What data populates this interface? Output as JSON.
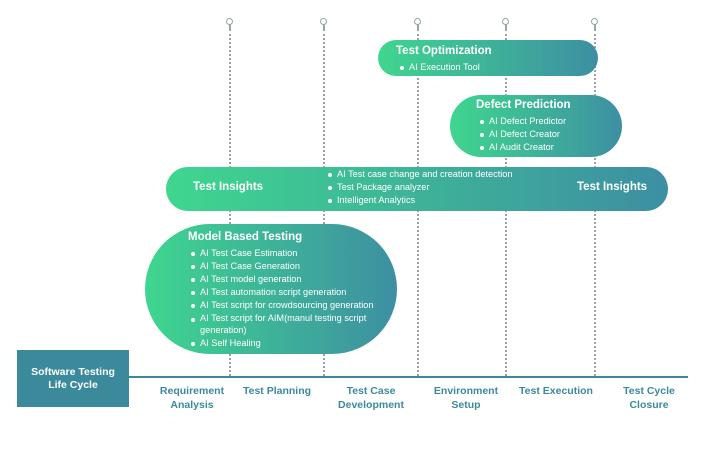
{
  "lifecycle": {
    "title": "Software Testing Life Cycle"
  },
  "phases": [
    {
      "label": "Requirement Analysis"
    },
    {
      "label": "Test Planning"
    },
    {
      "label": "Test Case Development"
    },
    {
      "label": "Environment Setup"
    },
    {
      "label": "Test Execution"
    },
    {
      "label": "Test Cycle Closure"
    }
  ],
  "boxes": {
    "test_optimization": {
      "title": "Test Optimization",
      "items": [
        "AI Execution Tool"
      ]
    },
    "defect_prediction": {
      "title": "Defect Prediction",
      "items": [
        "AI Defect Predictor",
        "AI Defect Creator",
        "AI Audit Creator"
      ]
    },
    "test_insights": {
      "title_left": "Test Insights",
      "title_right": "Test Insights",
      "items": [
        "AI Test case change and creation detection",
        "Test Package analyzer",
        "Intelligent Analytics"
      ]
    },
    "model_based_testing": {
      "title": "Model Based Testing",
      "items": [
        "AI Test Case Estimation",
        "AI Test Case Generation",
        "AI Test model generation",
        "AI Test automation script generation",
        "AI Test script for crowdsourcing generation",
        "AI Test script for AIM(manul testing script generation)",
        "AI Self Healing"
      ]
    }
  },
  "colors": {
    "gradient_start": "#3fd68f",
    "gradient_end": "#3d8fa2",
    "axis": "#3b8a9c",
    "dotted": "#9aa3a8"
  }
}
